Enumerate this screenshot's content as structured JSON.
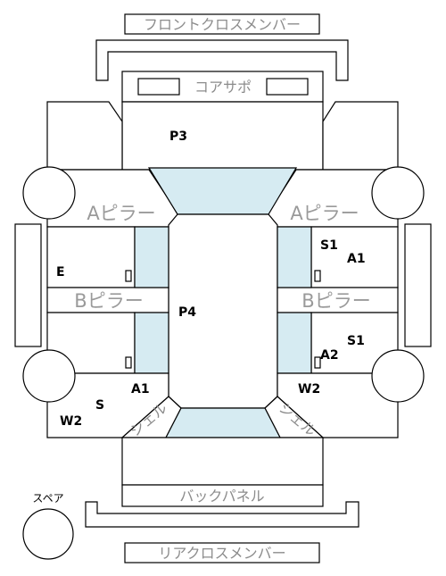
{
  "labels": {
    "front_cross_member": "フロントクロスメンバー",
    "core_support": "コアサポ",
    "a_pillar_left": "Aピラー",
    "a_pillar_right": "Aピラー",
    "b_pillar_left": "Bピラー",
    "b_pillar_right": "Bピラー",
    "rocker_left": "シェル",
    "rocker_right": "シェル",
    "back_panel": "バックパネル",
    "rear_cross_member": "リアクロスメンバー",
    "spare": "スペア"
  },
  "codes": {
    "p3": "P3",
    "p4": "P4",
    "e": "E",
    "s1_upper": "S1",
    "a1_upper": "A1",
    "s1_lower": "S1",
    "a2": "A2",
    "a1_lower": "A1",
    "w2_right": "W2",
    "s_left": "S",
    "w2_left": "W2"
  },
  "colors": {
    "glass": "#d6ebf2",
    "outline": "#000000",
    "label_grey": "#9a9a9a"
  }
}
